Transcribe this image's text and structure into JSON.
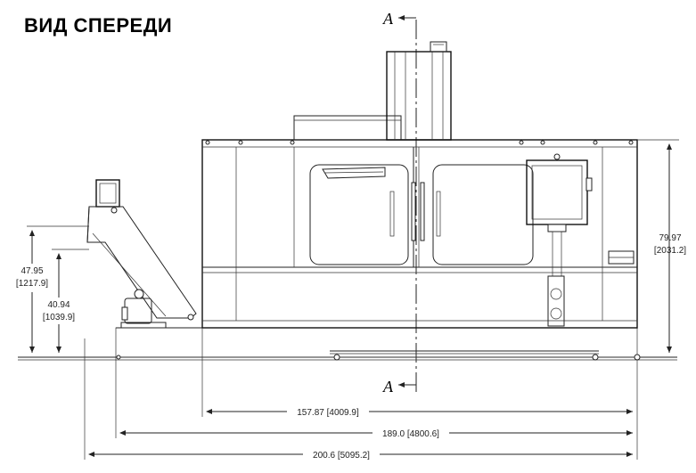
{
  "title": "ВИД СПЕРЕДИ",
  "section_labels": {
    "top": "A",
    "bottom": "A"
  },
  "dimensions": {
    "height_right_in": "79.97",
    "height_right_mm": "[2031.2]",
    "height_left_outer_in": "47.95",
    "height_left_outer_mm": "[1217.9]",
    "height_left_inner_in": "40.94",
    "height_left_inner_mm": "[1039.9]",
    "width_inner": "157.87  [4009.9]",
    "width_mid": "189.0  [4800.6]",
    "width_outer": "200.6  [5095.2]"
  },
  "colors": {
    "line": "#222222",
    "background": "#ffffff"
  }
}
